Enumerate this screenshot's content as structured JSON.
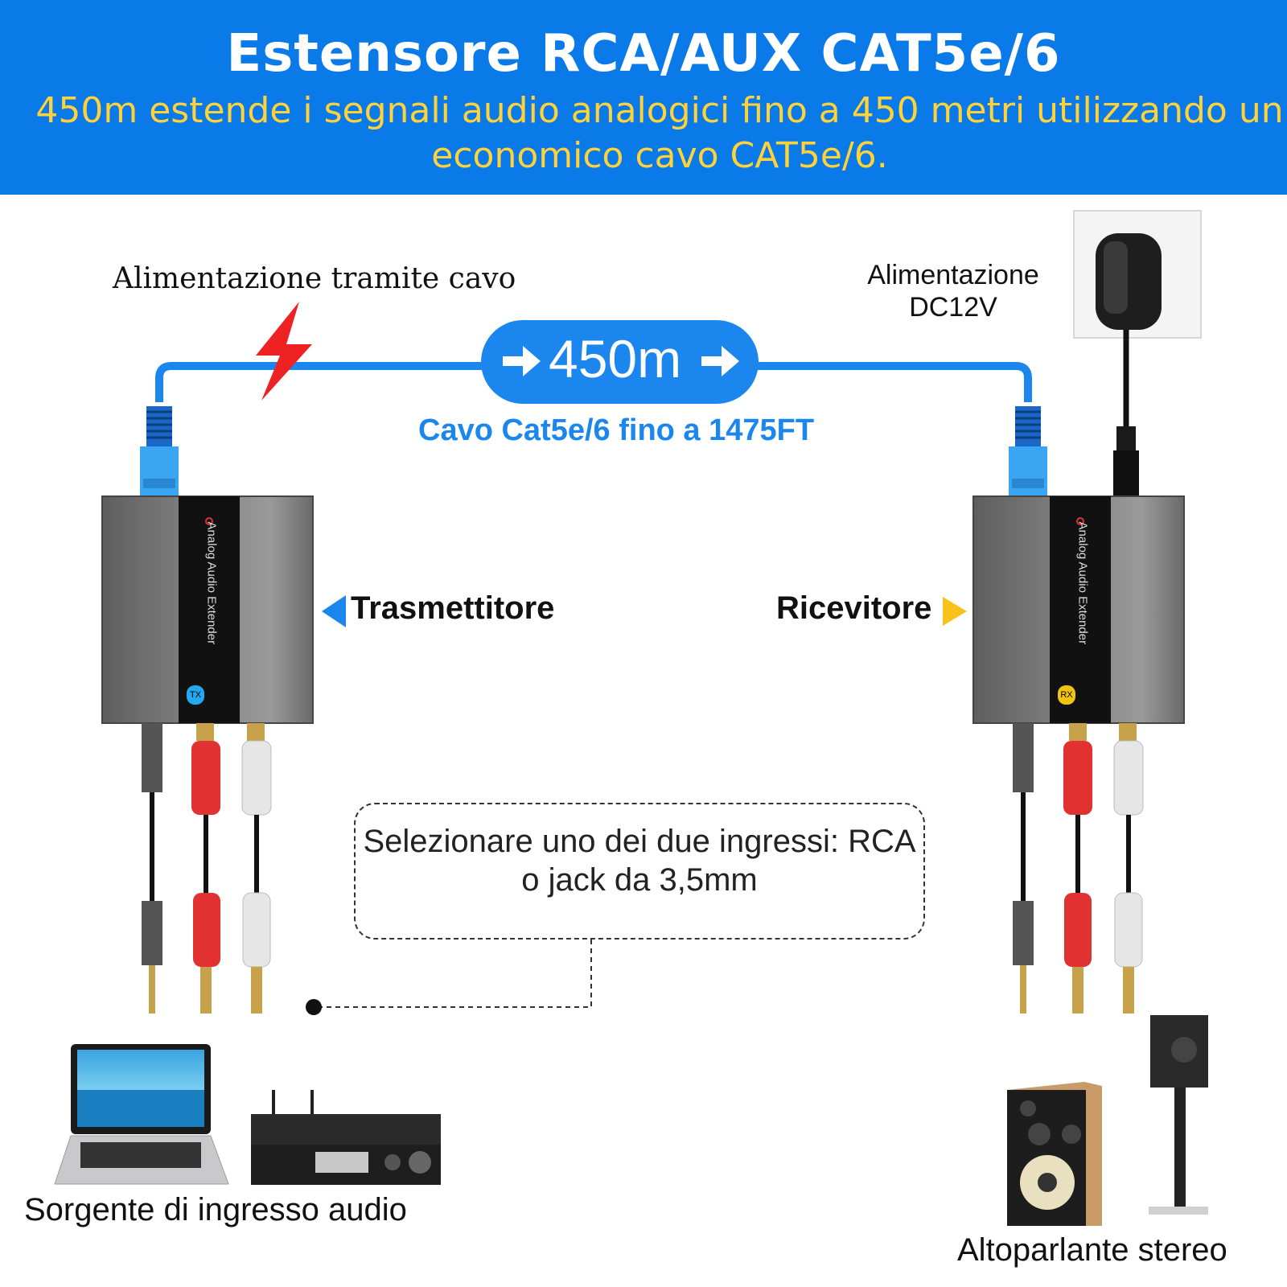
{
  "header": {
    "title": "Estensore RCA/AUX CAT5e/6",
    "subtitle": "450m estende i segnali audio analogici fino a 450 metri utilizzando un economico cavo CAT5e/6."
  },
  "labels": {
    "power_cable": "Alimentazione tramite cavo",
    "power_dc": "Alimentazione DC12V",
    "distance": "450m",
    "cable_spec": "Cavo Cat5e/6 fino a 1475FT",
    "transmitter": "Trasmettitore",
    "receiver": "Ricevitore",
    "note": "Selezionare uno dei due ingressi: RCA o jack da 3,5mm",
    "source": "Sorgente di ingresso audio",
    "speaker": "Altoparlante stereo"
  },
  "devices": {
    "tx": {
      "name": "Analog Audio Extender",
      "badge": "TX"
    },
    "rx": {
      "name": "Analog Audio Extender",
      "badge": "RX"
    }
  },
  "colors": {
    "header_bg": "#0a7ae8",
    "subtitle": "#ffd23a",
    "cable_blue": "#1a86ee",
    "lightning": "#ee2222",
    "tx_arrow": "#1a86ee",
    "rx_arrow": "#f7c21b"
  },
  "icons": [
    "lightning-icon",
    "arrow-right-icon",
    "power-adapter-icon",
    "laptop-icon",
    "av-receiver-icon",
    "speaker-icon"
  ]
}
